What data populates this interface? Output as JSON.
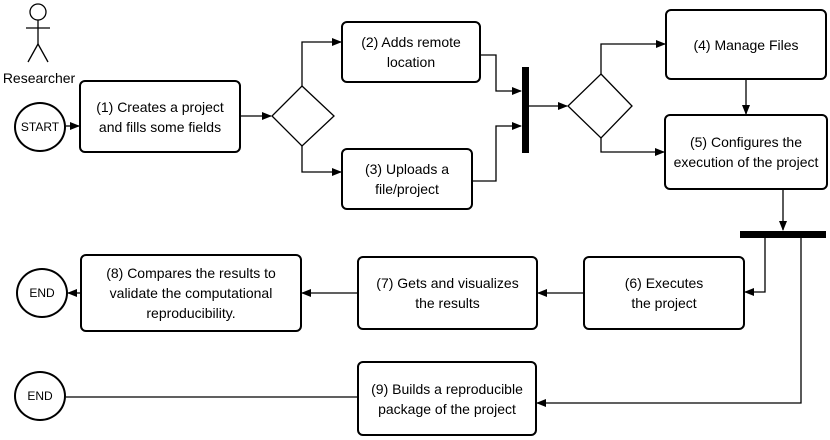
{
  "actor": {
    "label": "Researcher"
  },
  "start": {
    "label": "START"
  },
  "end_1": {
    "label": "END"
  },
  "end_2": {
    "label": "END"
  },
  "steps": [
    {
      "id": "s1",
      "label": "(1) Creates a project\nand fills some fields"
    },
    {
      "id": "s2",
      "label": "(2) Adds remote\nlocation"
    },
    {
      "id": "s3",
      "label": "(3) Uploads a\nfile/project"
    },
    {
      "id": "s4",
      "label": "(4) Manage Files"
    },
    {
      "id": "s5",
      "label": "(5) Configures the\nexecution of the project"
    },
    {
      "id": "s6",
      "label": "(6) Executes\nthe project"
    },
    {
      "id": "s7",
      "label": "(7) Gets and visualizes\nthe results"
    },
    {
      "id": "s8",
      "label": "(8) Compares the results to\nvalidate the computational\nreproducibility."
    },
    {
      "id": "s9",
      "label": "(9) Builds a reproducible\npackage of the project"
    }
  ]
}
